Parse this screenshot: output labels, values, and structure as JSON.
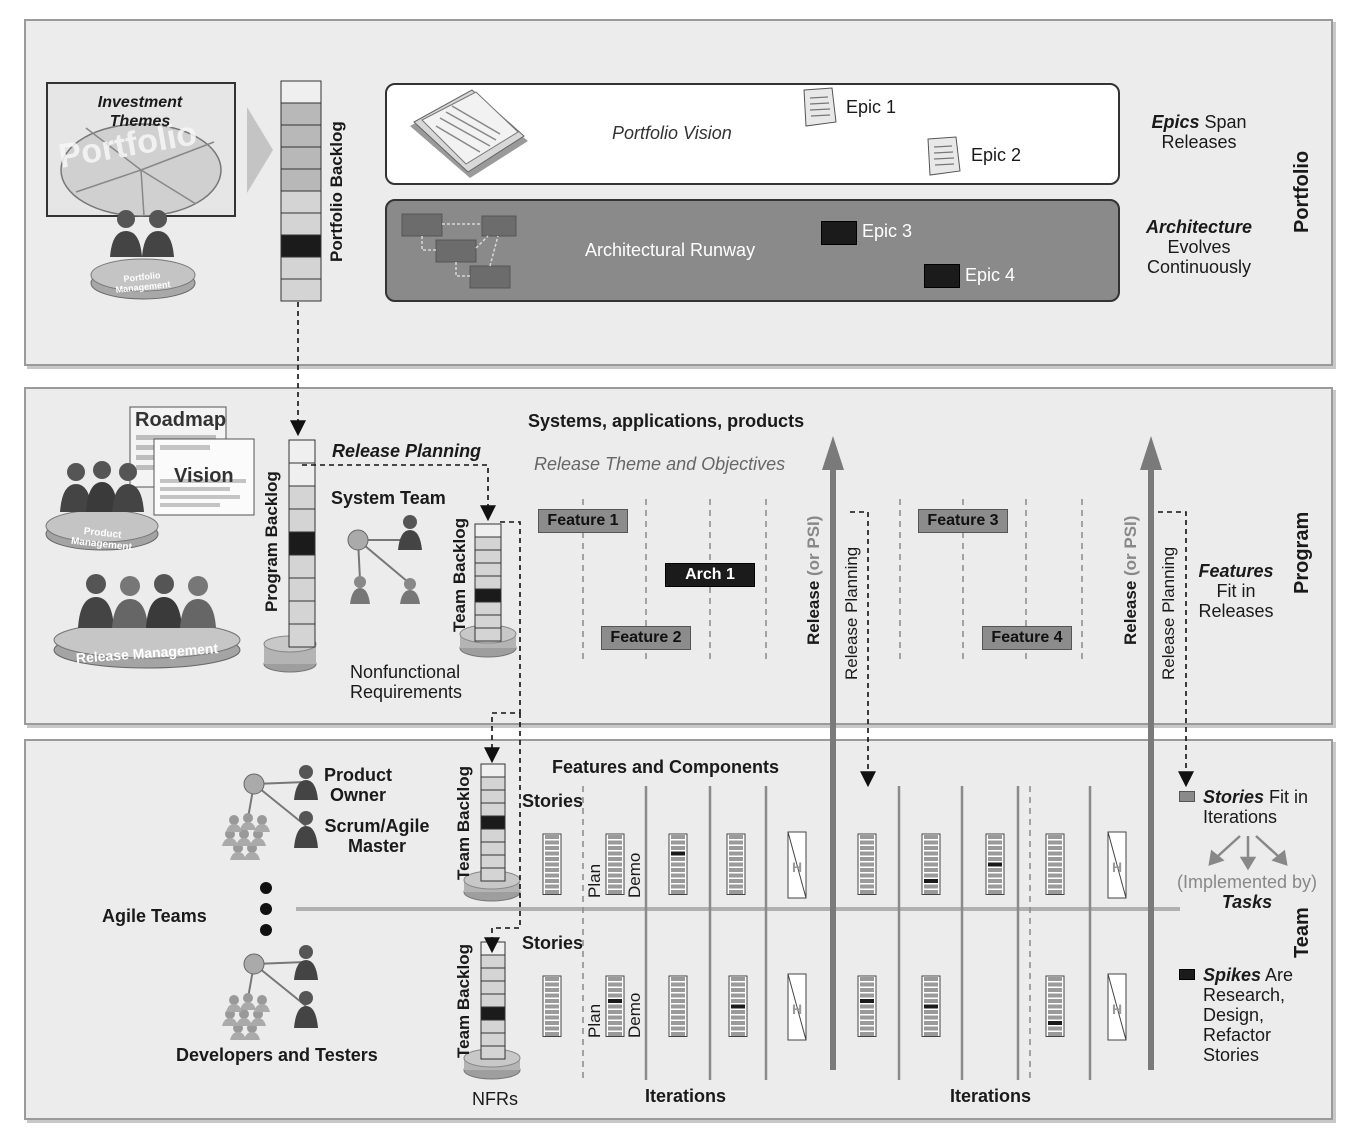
{
  "portfolio": {
    "investment_themes": "Investment Themes",
    "watermark": "Portfolio",
    "portfolio_management": "Portfolio Management",
    "portfolio_backlog": "Portfolio Backlog",
    "portfolio_vision": "Portfolio Vision",
    "architectural_runway": "Architectural Runway",
    "epic1": "Epic 1",
    "epic2": "Epic 2",
    "epic3": "Epic 3",
    "epic4": "Epic 4",
    "epics_em": "Epics",
    "epics_rest1": " Span",
    "epics_rest2": "Releases",
    "arch_em": "Architecture",
    "arch_rest1": "Evolves",
    "arch_rest2": "Continuously",
    "label": "Portfolio"
  },
  "program": {
    "roadmap": "Roadmap",
    "vision": "Vision",
    "product_management": "Product Management",
    "release_management": "Release Management",
    "program_backlog": "Program Backlog",
    "release_planning": "Release Planning",
    "system_team": "System Team",
    "team_backlog": "Team Backlog",
    "nonfunctional_1": "Nonfunctional",
    "nonfunctional_2": "Requirements",
    "systems_apps": "Systems, applications, products",
    "release_theme": "Release Theme and Objectives",
    "feature1": "Feature 1",
    "feature2": "Feature 2",
    "feature3": "Feature 3",
    "feature4": "Feature 4",
    "arch1": "Arch 1",
    "release_psi_main": "Release ",
    "release_psi_paren": "(or PSI)",
    "release_planning_vert": "Release Planning",
    "features_em": "Features",
    "features_rest1": "Fit in",
    "features_rest2": "Releases",
    "label": "Program"
  },
  "team": {
    "product_owner_1": "Product",
    "product_owner_2": "Owner",
    "scrum_master_1": "Scrum/Agile",
    "scrum_master_2": "Master",
    "agile_teams": "Agile Teams",
    "developers_testers": "Developers and Testers",
    "team_backlog": "Team Backlog",
    "features_components": "Features and Components",
    "stories": "Stories",
    "plan": "Plan",
    "demo": "Demo",
    "nfrs": "NFRs",
    "iterations": "Iterations",
    "stories_em": "Stories",
    "stories_rest1": " Fit in",
    "stories_rest2": "Iterations",
    "implemented_by": "(Implemented by)",
    "tasks": "Tasks",
    "spikes_em": "Spikes",
    "spikes_rest1": " Are",
    "spikes_rest2": "Research,",
    "spikes_rest3": "Design,",
    "spikes_rest4": "Refactor",
    "spikes_rest5": "Stories",
    "label": "Team",
    "hardening_letter": "H"
  },
  "colors": {
    "panel_bg": "#ececec",
    "panel_border": "#9a9a9a",
    "dark_box": "#1b1b1b",
    "feature_box": "#8c8c8c",
    "runway_bg": "#8a8a8a",
    "arrow": "#7a7a7a"
  }
}
